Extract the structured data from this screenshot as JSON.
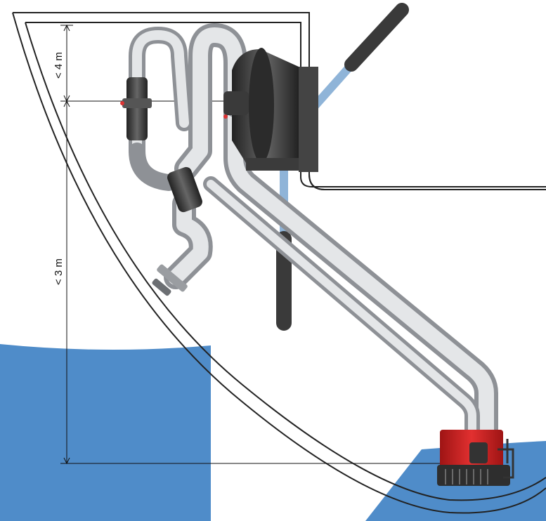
{
  "dimensions": {
    "upper_label": "< 4 m",
    "lower_label": "< 3 m"
  },
  "colors": {
    "water": "#4f8cc9",
    "hull_outline": "#222222",
    "hose": "#c9ccd0",
    "hose_dark": "#8e9196",
    "fitting": "#4a4a4a",
    "pump_body": "#cc1f1f",
    "pump_base": "#2e2e2e",
    "handle_rod": "#8fb4d8",
    "handle_grip": "#3a3a3a"
  },
  "components": {
    "manual_pump": "manual-bilge-pump",
    "electric_pump": "submersible-bilge-pump",
    "check_valve": "in-line-check-valve",
    "y_valve": "y-fitting",
    "thru_hull": "thru-hull-outlet"
  }
}
